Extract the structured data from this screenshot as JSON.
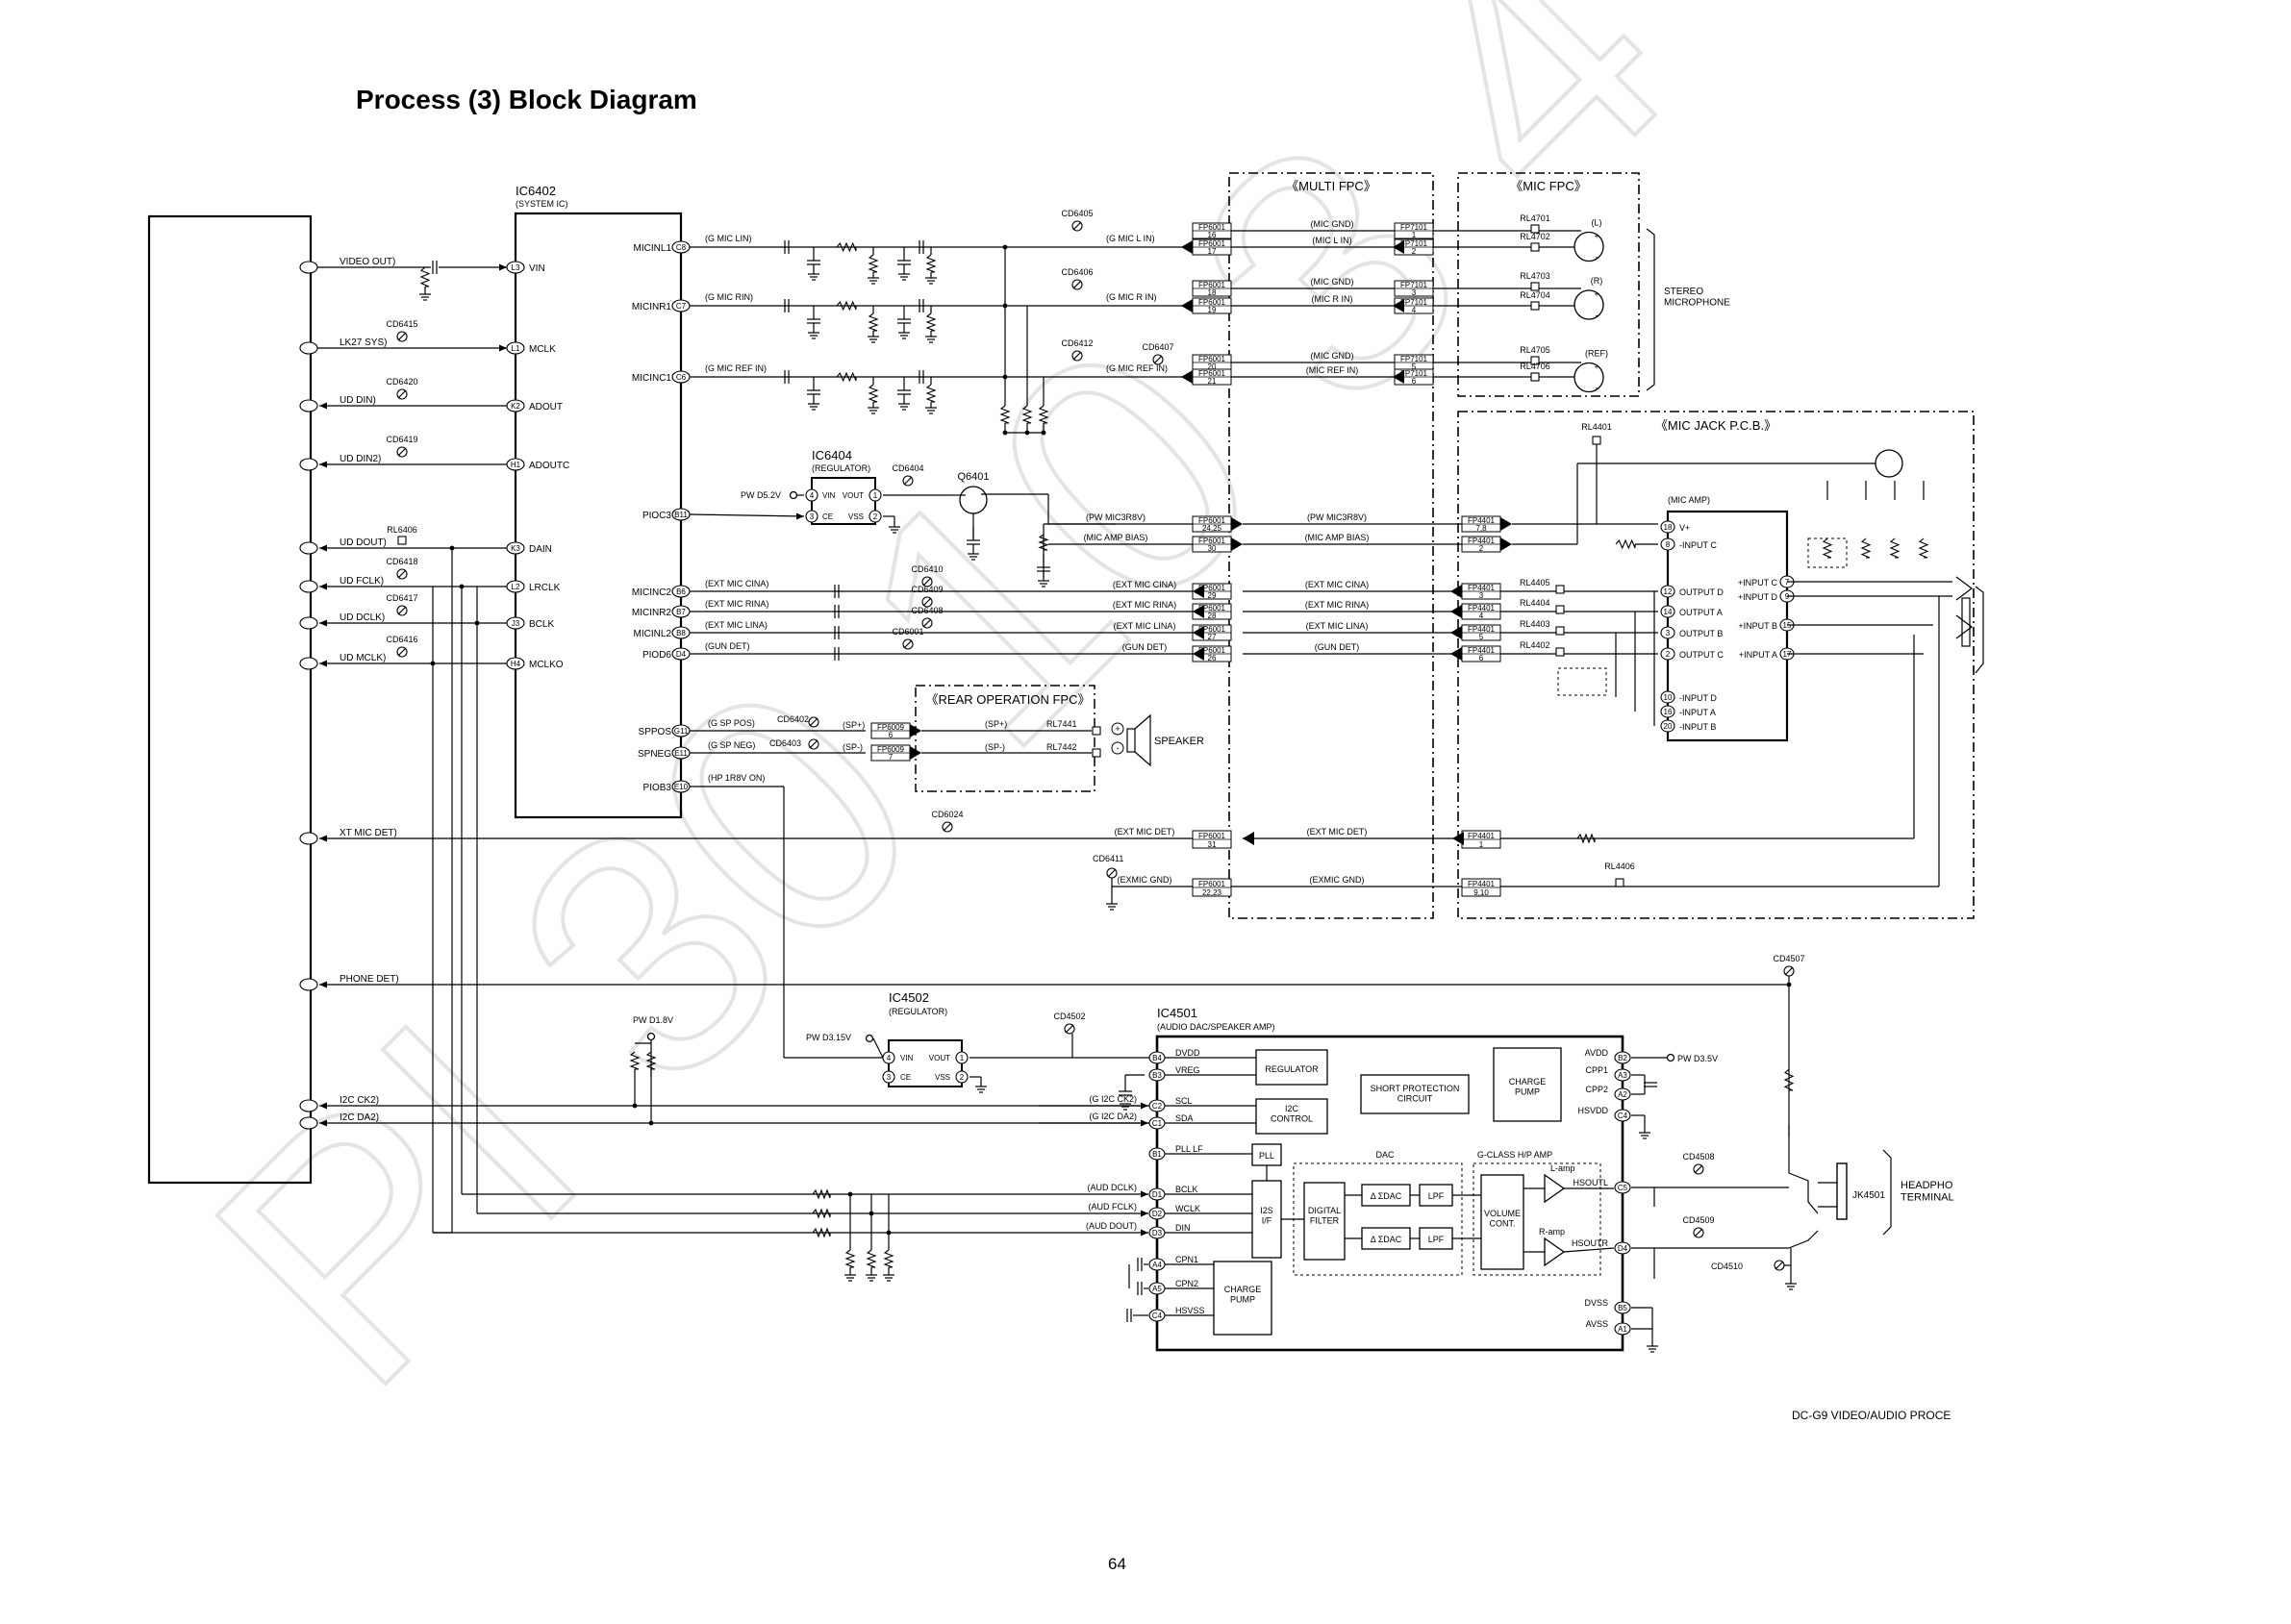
{
  "page": {
    "title": "Process (3) Block Diagram",
    "footer_id": "DC-G9  VIDEO/AUDIO PROCE",
    "page_number": "64",
    "watermark": "PI 30 10 3 4"
  },
  "ic6402": {
    "name": "IC6402",
    "sub": "(SYSTEM IC)",
    "left_pins": [
      {
        "pin": "L3",
        "label": "VIN"
      },
      {
        "pin": "L1",
        "label": "MCLK"
      },
      {
        "pin": "K2",
        "label": "ADOUT"
      },
      {
        "pin": "H1",
        "label": "ADOUTC"
      },
      {
        "pin": "K3",
        "label": "DAIN"
      },
      {
        "pin": "L2",
        "label": "LRCLK"
      },
      {
        "pin": "J3",
        "label": "BCLK"
      },
      {
        "pin": "H4",
        "label": "MCLKO"
      }
    ],
    "right_pins": [
      {
        "pin": "C8",
        "label": "MICINL1"
      },
      {
        "pin": "C7",
        "label": "MICINR1"
      },
      {
        "pin": "C6",
        "label": "MICINC1"
      },
      {
        "pin": "B11",
        "label": "PIOC3"
      },
      {
        "pin": "B6",
        "label": "MICINC2"
      },
      {
        "pin": "B7",
        "label": "MICINR2"
      },
      {
        "pin": "B8",
        "label": "MICINL2"
      },
      {
        "pin": "D4",
        "label": "PIOD6"
      },
      {
        "pin": "G11",
        "label": "SPPOS"
      },
      {
        "pin": "E11",
        "label": "SPNEG"
      },
      {
        "pin": "E10",
        "label": "PIOB3"
      }
    ]
  },
  "left_signals": [
    {
      "label": "VIDEO OUT)",
      "test": ""
    },
    {
      "label": "LK27 SYS)",
      "test": "CD6415"
    },
    {
      "label": "UD DIN)",
      "test": "CD6420"
    },
    {
      "label": "UD DIN2)",
      "test": "CD6419"
    },
    {
      "label": "UD DOUT)",
      "test": "RL6406"
    },
    {
      "label": "UD FCLK)",
      "test": "CD6418"
    },
    {
      "label": "UD DCLK)",
      "test": "CD6417"
    },
    {
      "label": "UD MCLK)",
      "test": "CD6416"
    },
    {
      "label": "XT MIC DET)",
      "test": ""
    },
    {
      "label": "PHONE DET)",
      "test": ""
    },
    {
      "label": "I2C CK2)",
      "test": ""
    },
    {
      "label": "I2C DA2)",
      "test": ""
    }
  ],
  "mic_lines": [
    {
      "sig": "(G MIC LIN)",
      "cd": "CD6405",
      "gsig": "(G MIC L IN)",
      "fp1": [
        "FP6001",
        "16",
        "FP6001",
        "17"
      ],
      "mid1": "(MIC GND)",
      "mid2": "(MIC L IN)",
      "fp2": [
        "FP7101",
        "1",
        "FP7101",
        "2"
      ],
      "rl": [
        "RL4701",
        "RL4702"
      ],
      "ch": "(L)"
    },
    {
      "sig": "(G MIC RIN)",
      "cd": "CD6406",
      "gsig": "(G MIC R IN)",
      "fp1": [
        "FP6001",
        "18",
        "FP6001",
        "19"
      ],
      "mid1": "(MIC GND)",
      "mid2": "(MIC R IN)",
      "fp2": [
        "FP7101",
        "3",
        "FP7101",
        "4"
      ],
      "rl": [
        "RL4703",
        "RL4704"
      ],
      "ch": "(R)"
    },
    {
      "sig": "(G MIC REF IN)",
      "cd": "CD6412",
      "gsig": "(G MIC REF IN)",
      "fp1": [
        "FP6001",
        "20",
        "FP6001",
        "21"
      ],
      "mid1": "(MIC GND)",
      "mid2": "(MIC REF IN)",
      "fp2": [
        "FP7101",
        "5",
        "FP7101",
        "6"
      ],
      "rl": [
        "RL4705",
        "RL4706"
      ],
      "ch": "(REF)"
    }
  ],
  "cd6407": "CD6407",
  "fpc_titles": {
    "multi": "《MULTI FPC》",
    "mic": "《MIC FPC》",
    "micjack": "《MIC JACK P.C.B.》",
    "rear": "《REAR OPERATION FPC》"
  },
  "stereo_mic": "STEREO\nMICROPHONE",
  "ic6404": {
    "name": "IC6404",
    "sub": "(REGULATOR)",
    "pw": "PW D5.2V",
    "vin": "VIN",
    "vout": "VOUT",
    "ce": "CE",
    "vss": "VSS",
    "p4": "4",
    "p1": "1",
    "p3": "3",
    "p2": "2",
    "cd": "CD6404",
    "q": "Q6401"
  },
  "pw_lines": [
    {
      "a": "(PW MIC3R8V)",
      "fp": [
        "FP6001",
        "24,25"
      ],
      "b": "(PW MIC3R8V)",
      "fp2": [
        "FP4401",
        "7,8"
      ]
    },
    {
      "a": "(MIC AMP BIAS)",
      "fp": [
        "FP6001",
        "30"
      ],
      "b": "(MIC AMP BIAS)",
      "fp2": [
        "FP4401",
        "2"
      ]
    }
  ],
  "ext_lines": [
    {
      "sig": "(EXT MIC CINA)",
      "cd": "CD6410",
      "a": "(EXT MIC CINA)",
      "fp": [
        "FP6001",
        "29"
      ],
      "b": "(EXT MIC CINA)",
      "fp2": [
        "FP4401",
        "3"
      ],
      "rl": "RL4405"
    },
    {
      "sig": "(EXT MIC RINA)",
      "cd": "CD6409",
      "a": "(EXT MIC RINA)",
      "fp": [
        "FP6001",
        "28"
      ],
      "b": "(EXT MIC RINA)",
      "fp2": [
        "FP4401",
        "4"
      ],
      "rl": "RL4404"
    },
    {
      "sig": "(EXT MIC LINA)",
      "cd": "CD6408",
      "a": "(EXT MIC LINA)",
      "fp": [
        "FP6001",
        "27"
      ],
      "b": "(EXT MIC LINA)",
      "fp2": [
        "FP4401",
        "5"
      ],
      "rl": "RL4403"
    },
    {
      "sig": "(GUN DET)",
      "cd": "CD6001",
      "a": "(GUN DET)",
      "fp": [
        "FP6001",
        "26"
      ],
      "b": "(GUN DET)",
      "fp2": [
        "FP4401",
        "6"
      ],
      "rl": "RL4402"
    }
  ],
  "mic_amp": {
    "label": "(MIC AMP)",
    "left": [
      {
        "pin": "18",
        "label": "V+"
      },
      {
        "pin": "8",
        "label": "-INPUT C"
      },
      {
        "pin": "12",
        "label": "OUTPUT D"
      },
      {
        "pin": "14",
        "label": "OUTPUT A"
      },
      {
        "pin": "3",
        "label": "OUTPUT B"
      },
      {
        "pin": "2",
        "label": "OUTPUT C"
      },
      {
        "pin": "10",
        "label": "-INPUT D"
      },
      {
        "pin": "16",
        "label": "-INPUT A"
      },
      {
        "pin": "20",
        "label": "-INPUT B"
      }
    ],
    "right": [
      {
        "pin": "7",
        "label": "+INPUT C"
      },
      {
        "pin": "9",
        "label": "+INPUT D"
      },
      {
        "pin": "15",
        "label": "+INPUT B"
      },
      {
        "pin": "17",
        "label": "+INPUT A"
      }
    ],
    "rl4401": "RL4401"
  },
  "speaker": {
    "sp_pos": "(G SP POS)",
    "sp_neg": "(G SP NEG)",
    "cd1": "CD6402",
    "cd2": "CD6403",
    "spp": "(SP+)",
    "spn": "(SP-)",
    "fp1": [
      "FP6009",
      "6"
    ],
    "fp2": [
      "FP6009",
      "7"
    ],
    "rl1": "RL7441",
    "rl2": "RL7442",
    "label": "SPEAKER",
    "plus": "+",
    "minus": "-"
  },
  "hp_on": "(HP 1R8V ON)",
  "extdet": {
    "cd": "CD6024",
    "a": "(EXT MIC DET)",
    "fp": [
      "FP6001",
      "31"
    ],
    "b": "(EXT MIC DET)",
    "fp2": [
      "FP4401",
      "1"
    ]
  },
  "exmic_gnd": {
    "cd": "CD6411",
    "a": "(EXMIC GND)",
    "fp": [
      "FP6001",
      "22,23"
    ],
    "b": "(EXMIC GND)",
    "fp2": [
      "FP4401",
      "9,10"
    ],
    "rl": "RL4406"
  },
  "ic4502": {
    "name": "IC4502",
    "sub": "(REGULATOR)",
    "pw": "PW D3.15V",
    "vin": "VIN",
    "vout": "VOUT",
    "ce": "CE",
    "vss": "VSS",
    "p4": "4",
    "p1": "1",
    "p3": "3",
    "p2": "2",
    "cd": "CD4502"
  },
  "pw_d18": "PW D1.8V",
  "ic4501": {
    "name": "IC4501",
    "sub": "(AUDIO DAC/SPEAKER AMP)",
    "left": [
      {
        "pin": "B4",
        "label": "DVDD",
        "sig": ""
      },
      {
        "pin": "B3",
        "label": "VREG",
        "sig": ""
      },
      {
        "pin": "C2",
        "label": "SCL",
        "sig": "(G I2C CK2)"
      },
      {
        "pin": "C1",
        "label": "SDA",
        "sig": "(G I2C DA2)"
      },
      {
        "pin": "B1",
        "label": "PLL LF",
        "sig": ""
      },
      {
        "pin": "D1",
        "label": "BCLK",
        "sig": "(AUD DCLK)"
      },
      {
        "pin": "D2",
        "label": "WCLK",
        "sig": "(AUD FCLK)"
      },
      {
        "pin": "D3",
        "label": "DIN",
        "sig": "(AUD DOUT)"
      },
      {
        "pin": "A4",
        "label": "CPN1",
        "sig": ""
      },
      {
        "pin": "A5",
        "label": "CPN2",
        "sig": ""
      },
      {
        "pin": "C4",
        "label": "HSVSS",
        "sig": ""
      }
    ],
    "right": [
      {
        "pin": "B2",
        "label": "AVDD"
      },
      {
        "pin": "A3",
        "label": "CPP1"
      },
      {
        "pin": "A2",
        "label": "CPP2"
      },
      {
        "pin": "C4",
        "label": "HSVDD"
      },
      {
        "pin": "C5",
        "label": "HSOUTL"
      },
      {
        "pin": "D4",
        "label": "HSOUTR"
      },
      {
        "pin": "B5",
        "label": "DVSS"
      },
      {
        "pin": "A1",
        "label": "AVSS"
      }
    ],
    "blocks": {
      "regulator": "REGULATOR",
      "short": "SHORT PROTECTION\nCIRCUIT",
      "charge1": "CHARGE\nPUMP",
      "i2c": "I2C\nCONTROL",
      "pll": "PLL",
      "dac": "DAC",
      "gclass": "G-CLASS H/P AMP",
      "i2s": "I2S\nI/F",
      "digital": "DIGITAL\nFILTER",
      "ds1": "Δ ΣDAC",
      "ds2": "Δ ΣDAC",
      "lpf1": "LPF",
      "lpf2": "LPF",
      "volume": "VOLUME\nCONT.",
      "lamp": "L-amp",
      "ramp": "R-amp",
      "charge2": "CHARGE\nPUMP"
    },
    "pw_d35": "PW D3.5V"
  },
  "headphone": {
    "cd4507": "CD4507",
    "cd4508": "CD4508",
    "cd4509": "CD4509",
    "cd4510": "CD4510",
    "jk": "JK4501",
    "label": "HEADPHO\nTERMINAL"
  }
}
